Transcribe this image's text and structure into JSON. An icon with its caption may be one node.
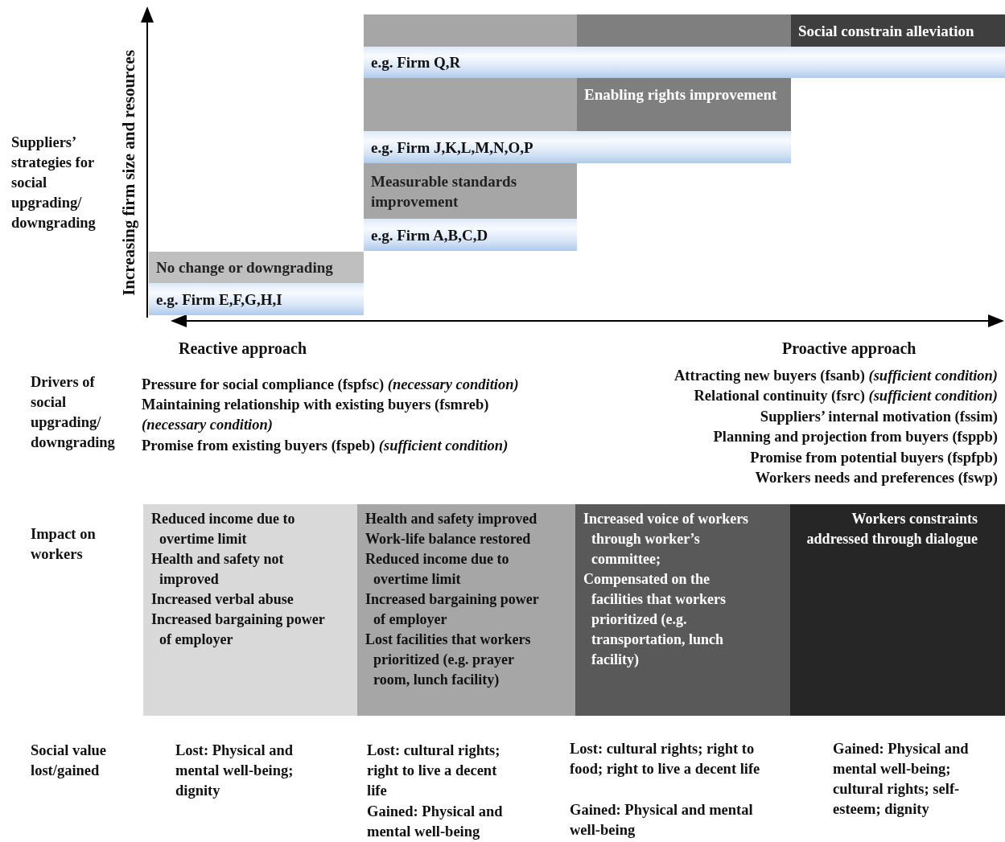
{
  "diagram": {
    "nodes": [
      {
        "text": [],
        "shape": "bar"
      },
      {
        "text": [],
        "shape": "bar"
      },
      {
        "text": [
          "Social constrain alleviation"
        ]
      },
      {
        "text": [
          "e.g. Firm Q,R"
        ]
      },
      {
        "text": [],
        "shape": "bar"
      },
      {
        "text": [
          "Enabling rights improvement"
        ]
      },
      {
        "text": [
          "e.g. Firm J,K,L,M,N,O,P"
        ]
      },
      {
        "text": [
          "Measurable standards improvement"
        ]
      },
      {
        "text": [
          "e.g. Firm A,B,C,D"
        ]
      },
      {
        "text": [
          "No change or downgrading"
        ]
      },
      {
        "text": [
          "e.g. Firm E,F,G,H,I"
        ]
      },
      {
        "text": [
          "Reduced income due to overtime limit",
          "Health and safety not improved",
          "Increased verbal abuse",
          "Increased bargaining power of employer"
        ]
      },
      {
        "text": [
          "Health and safety improved",
          "Work-life balance restored",
          "Reduced income due to overtime limit",
          "Increased bargaining power of employer",
          "Lost facilities that workers prioritized (e.g. prayer room, lunch facility)"
        ]
      },
      {
        "text": [
          "Increased voice of workers through worker’s committee;",
          "Compensated on the facilities that workers prioritized (e.g. transportation, lunch facility)"
        ]
      },
      {
        "text": [
          "Workers constraints addressed through dialogue"
        ]
      }
    ],
    "labels": [
      "Suppliers’ strategies for social upgrading/ downgrading",
      "Increasing firm size and resources",
      "Reactive approach",
      "Proactive approach",
      "Drivers of social upgrading/ downgrading",
      "Pressure for social compliance (fspfsc) *(necessary condition)*",
      "Maintaining relationship with existing buyers (fsmreb) *(necessary condition)*",
      "Promise from existing buyers (fspeb) *(sufficient condition)*",
      "Attracting new buyers (fsanb) *(sufficient condition)*",
      "Relational continuity (fsrc) *(sufficient condition)*",
      "Suppliers’ internal motivation (fssim)",
      "Planning and projection from buyers (fsppb)",
      "Promise from potential buyers (fspfpb)",
      "Workers needs and preferences (fswp)",
      "Impact on workers",
      "Social value lost/gained",
      "Lost: Physical and mental well-being; dignity",
      "Lost: cultural rights; right to live a decent life",
      "Gained: Physical and mental well-being",
      "Lost: cultural rights; right to food; right to live a decent life",
      "Gained: Physical and mental well-being",
      "Gained: Physical and mental well-being; cultural rights; self-esteem; dignity"
    ]
  }
}
